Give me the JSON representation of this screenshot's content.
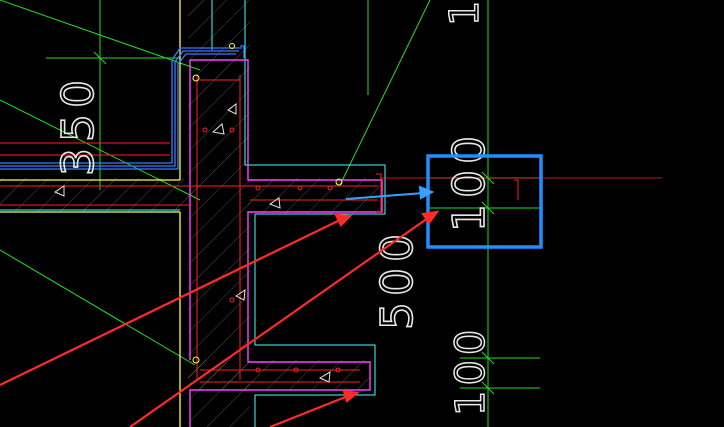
{
  "drawing": {
    "background": "#000000",
    "colors": {
      "wall_outline": "#ffff40",
      "concrete_outline": "#ff40ff",
      "rebar_main": "#ff2020",
      "rebar_blue": "#3a7bff",
      "leader_green": "#20e020",
      "cyan": "#40ffff",
      "dim_text": "#e8e8e8",
      "highlight_box": "#1e90ff",
      "annotation_arrow_red": "#ff2a2a",
      "annotation_arrow_blue": "#3aa0ff"
    },
    "dimensions": {
      "top_left": "350",
      "right_top": "100",
      "middle": "500",
      "bottom": "100",
      "top_edge_partial": "1"
    },
    "hatch_symbols": [
      "triangle",
      "triangle",
      "triangle",
      "triangle",
      "triangle",
      "triangle"
    ]
  }
}
